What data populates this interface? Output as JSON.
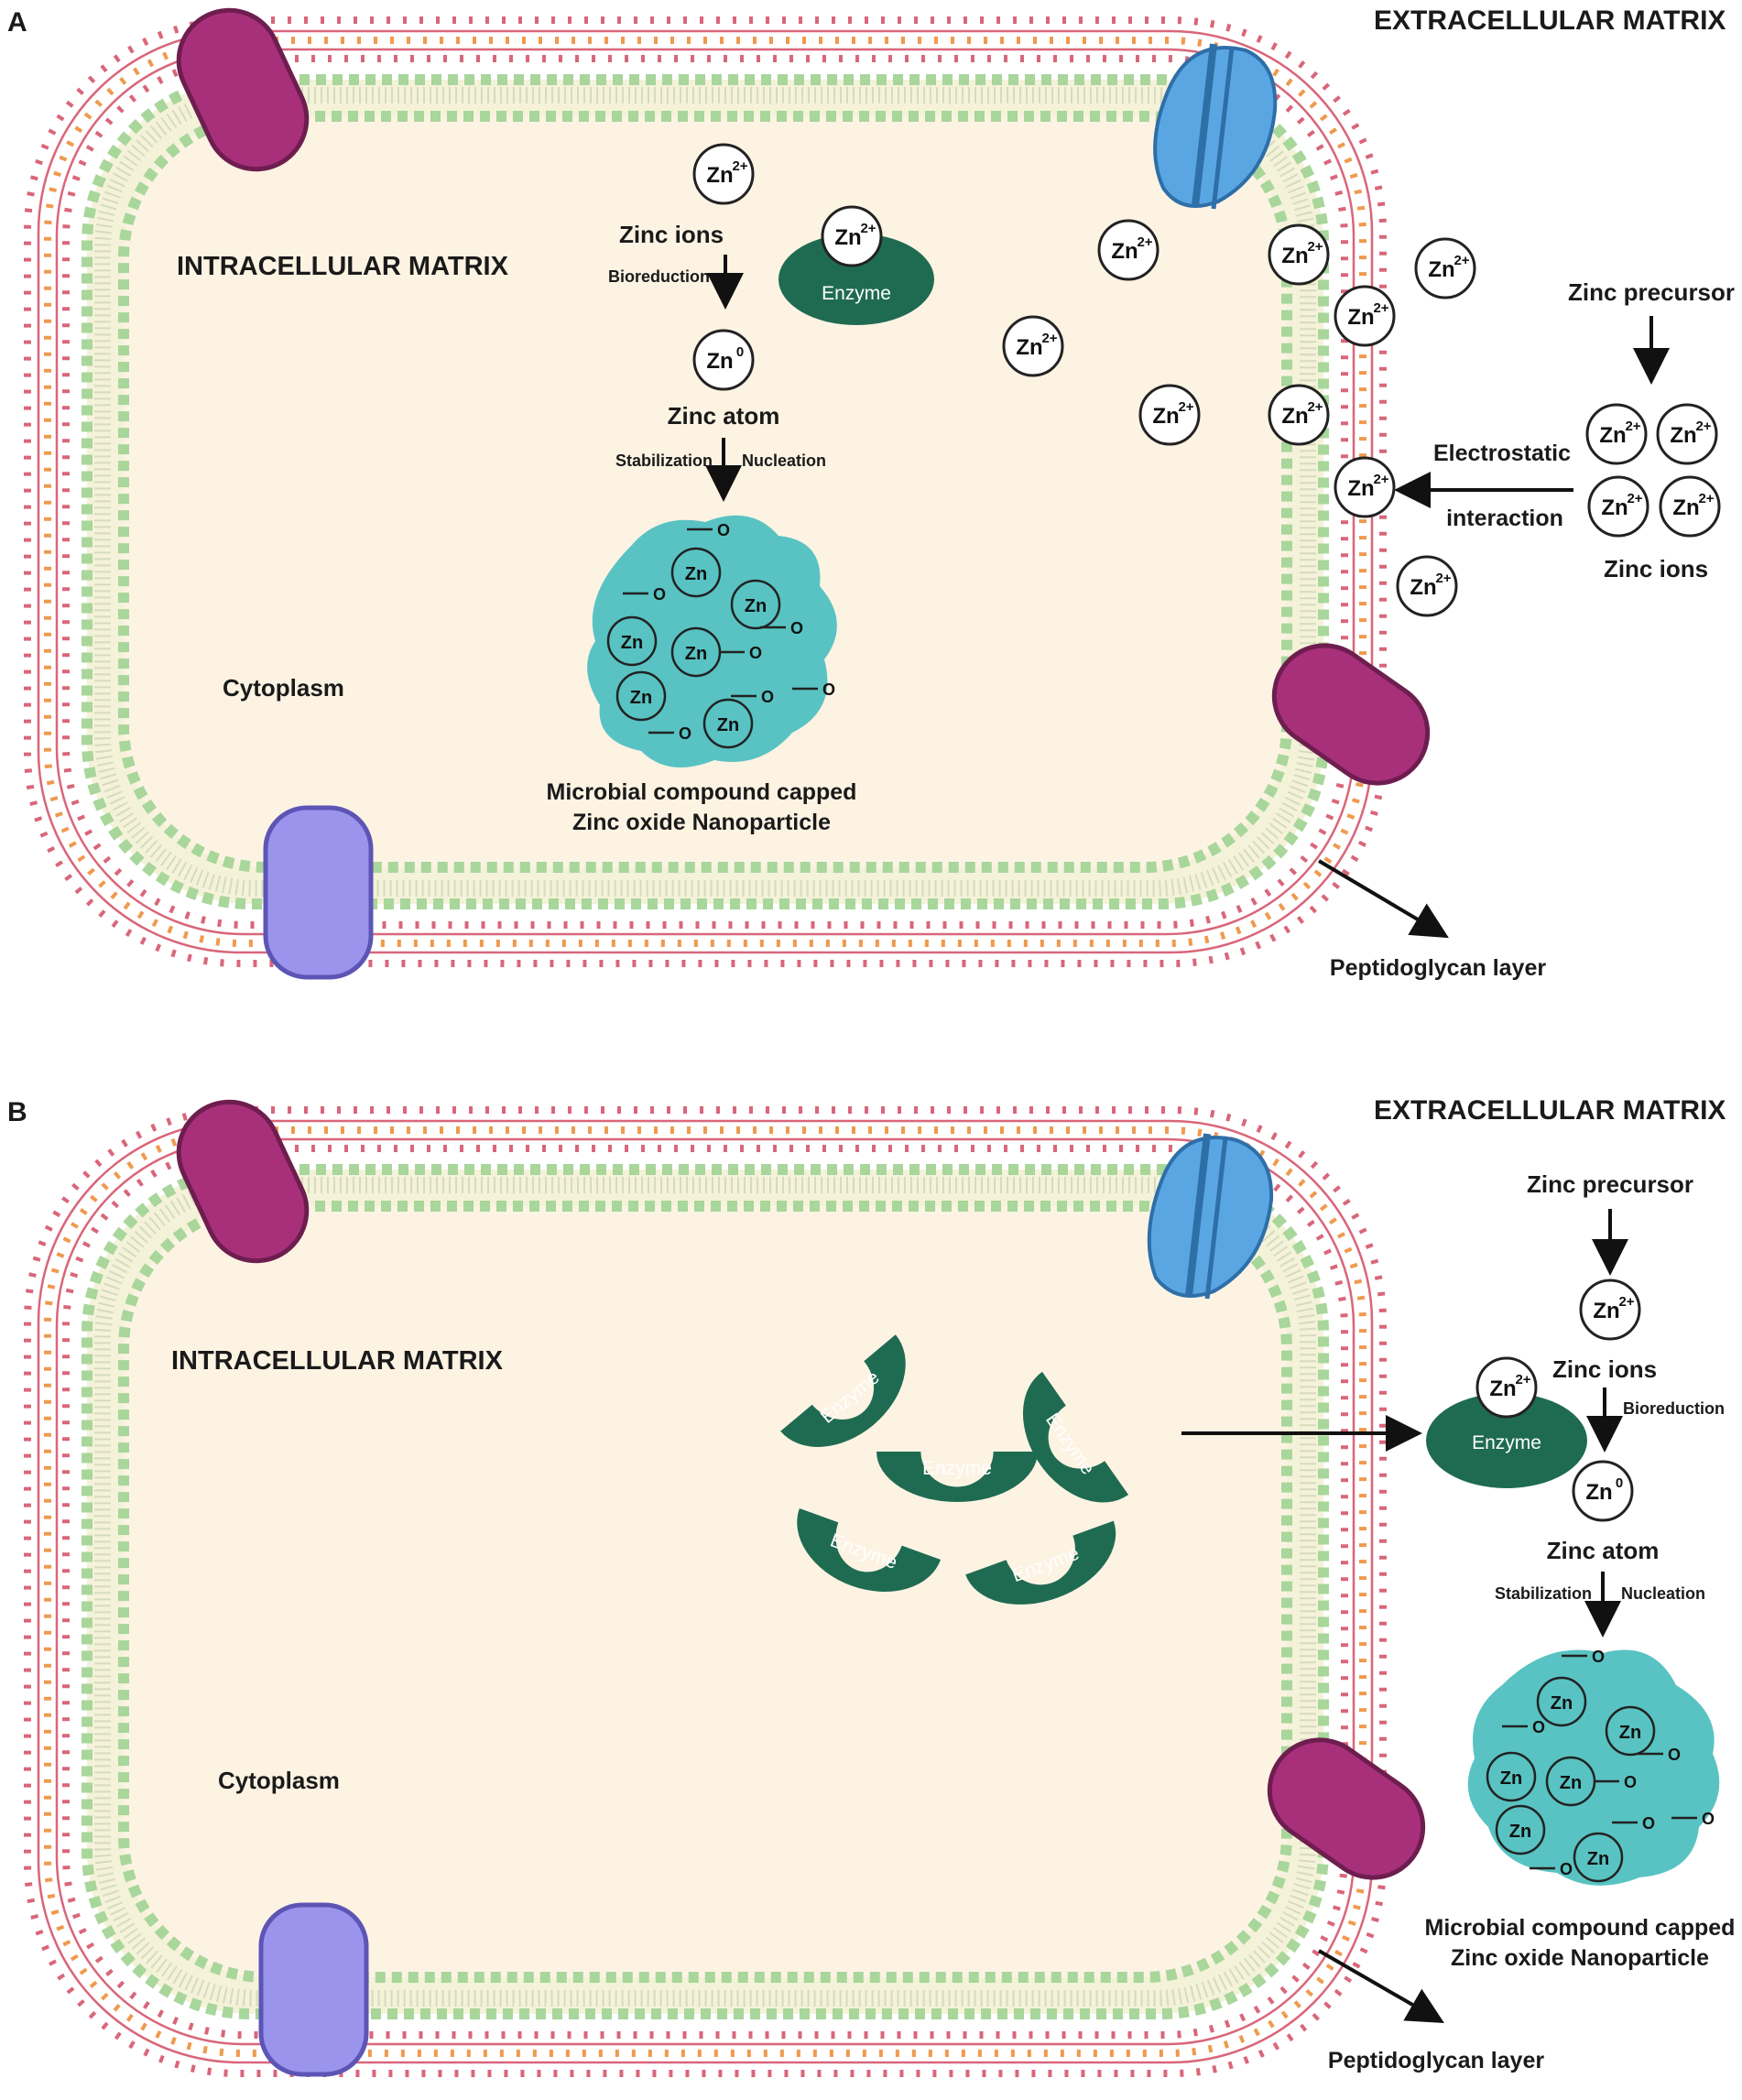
{
  "panels": [
    {
      "letter": "A",
      "extracellular": "EXTRACELLULAR MATRIX",
      "intracellular": "INTRACELLULAR MATRIX",
      "cytoplasm": "Cytoplasm",
      "zinc_ions": "Zinc ions",
      "bioreduction": "Bioreduction",
      "zinc_atom": "Zinc atom",
      "stabilization": "Stabilization",
      "nucleation": "Nucleation",
      "nano_line1": "Microbial compound capped",
      "nano_line2": "Zinc oxide Nanoparticle",
      "enzyme": "Enzyme",
      "zinc_precursor": "Zinc precursor",
      "electrostatic": "Electrostatic",
      "interaction": "interaction",
      "zinc_ions_right": "Zinc ions",
      "peptidoglycan": "Peptidoglycan layer"
    },
    {
      "letter": "B",
      "extracellular": "EXTRACELLULAR MATRIX",
      "intracellular": "INTRACELLULAR MATRIX",
      "cytoplasm": "Cytoplasm",
      "zinc_precursor": "Zinc precursor",
      "zinc_ions": "Zinc ions",
      "bioreduction": "Bioreduction",
      "zinc_atom": "Zinc atom",
      "stabilization": "Stabilization",
      "nucleation": "Nucleation",
      "nano_line1": "Microbial compound capped",
      "nano_line2": "Zinc oxide Nanoparticle",
      "enzyme": "Enzyme",
      "peptidoglycan": "Peptidoglycan layer"
    }
  ],
  "symbols": {
    "zn": "Zn",
    "charge": "2+",
    "zero": "0",
    "o": "O"
  },
  "colors": {
    "cytoplasm": "#fdf3e3",
    "membrane_green": "#9fcf94",
    "membrane_outer_red": "#d9667a",
    "membrane_orange": "#ef9a4e",
    "enzyme": "#1f6b52",
    "nanoparticle": "#58c3c2",
    "protein_magenta": "#a8307a",
    "protein_purple": "#9a94ec",
    "channel_blue": "#5aa6e3"
  }
}
